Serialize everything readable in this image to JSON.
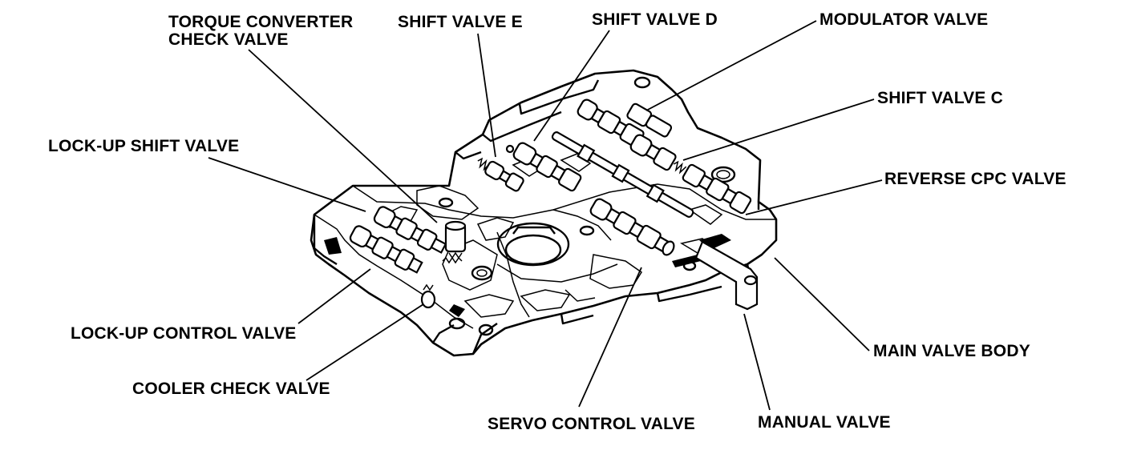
{
  "labels": {
    "torque_converter_check_valve_line1": "TORQUE CONVERTER",
    "torque_converter_check_valve_line2": "CHECK VALVE",
    "shift_valve_e": "SHIFT VALVE E",
    "shift_valve_d": "SHIFT VALVE D",
    "modulator_valve": "MODULATOR VALVE",
    "shift_valve_c": "SHIFT VALVE C",
    "reverse_cpc_valve": "REVERSE CPC VALVE",
    "lock_up_shift_valve": "LOCK-UP SHIFT VALVE",
    "lock_up_control_valve": "LOCK-UP CONTROL VALVE",
    "cooler_check_valve": "COOLER CHECK VALVE",
    "main_valve_body": "MAIN VALVE BODY",
    "servo_control_valve": "SERVO CONTROL VALVE",
    "manual_valve": "MANUAL VALVE"
  }
}
